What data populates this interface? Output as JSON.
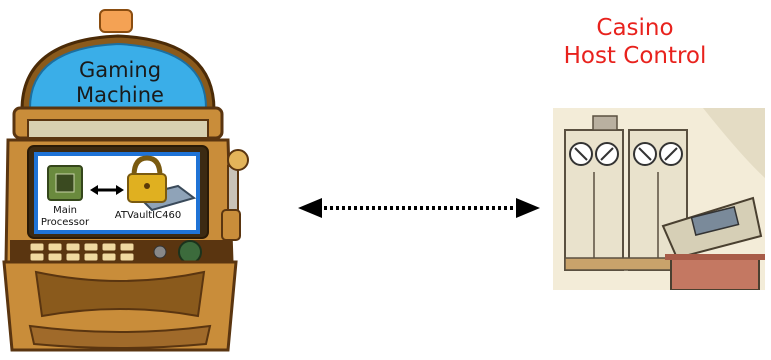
{
  "machine": {
    "title_line1": "Gaming",
    "title_line2": "Machine"
  },
  "screen": {
    "main_label_line1": "Main",
    "main_label_line2": "Processor",
    "vault_label": "ATVaultIC460"
  },
  "host": {
    "title_line1": "Casino",
    "title_line2": "Host Control"
  },
  "colors": {
    "host_title": "#e8221d",
    "marquee": "#3aaee8",
    "machine_body": "#c98d3a",
    "screen_bg": "#1f73d6",
    "arrow": "#000000"
  },
  "icons": [
    "processor-chip-icon",
    "padlock-icon",
    "vault-chip-icon",
    "double-arrow-icon",
    "slot-lever-icon",
    "host-console-icon"
  ]
}
